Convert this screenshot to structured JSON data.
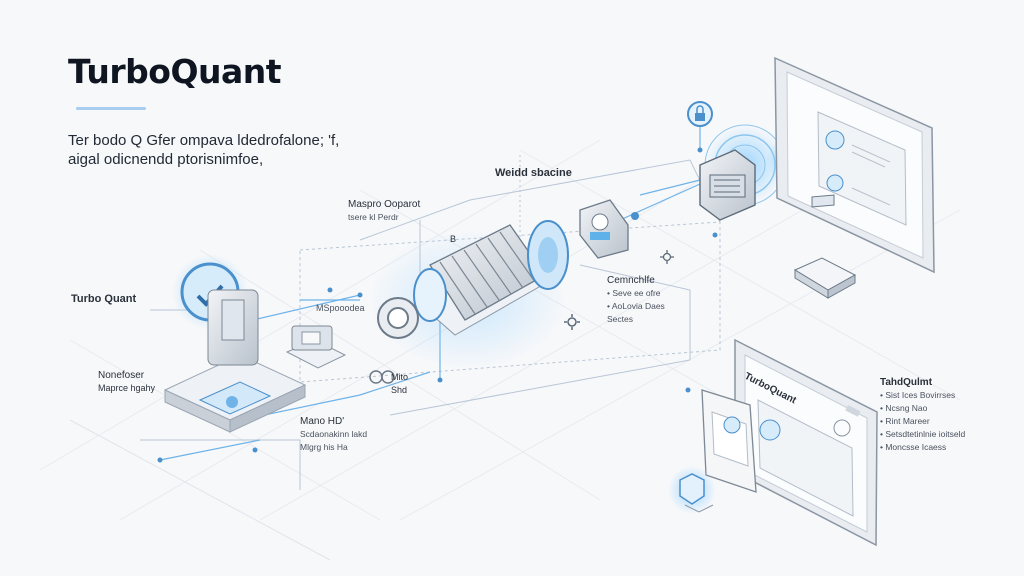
{
  "title": "TurboQuant",
  "subtitle": [
    "Ter bodo Q Gfer ompava ldedrofalone; 'f,",
    "aigal odicnendd ptorisnimfoe,"
  ],
  "labels": {
    "weight_shaping": "Weidd sbacine",
    "mapper_top": [
      "Maspro Ooparot",
      "tsere kl Perdr"
    ],
    "turboquant_left": "Turbo Quant",
    "nonefoer": [
      "Nonefoser",
      "Maprce hgahy"
    ],
    "mid_dot": [
      "Mito",
      "Shd"
    ],
    "mano": [
      "Mano HD'",
      "Scdaonakinn lakd",
      "Mlgrg his Ha"
    ],
    "connect": [
      "Cemnchlfe",
      "• Seve ee ofre",
      "• AoLovia Daes",
      "Sectes"
    ],
    "mspoode": "MSpooodea",
    "small_b": "B",
    "right_panel": [
      "TahdQulmt",
      "• Sist Ices Bovirrses",
      "• Ncsng Nao",
      "• Rint Mareer",
      "• Setsdtetinlnie ioitseld",
      "• Moncsse Icaess"
    ],
    "card_title": "TurboQuant"
  },
  "colors": {
    "accent": "#5fb1ea",
    "accent_light": "#bfe0f7",
    "line": "#9fb3c8",
    "ink": "#2a313b"
  }
}
